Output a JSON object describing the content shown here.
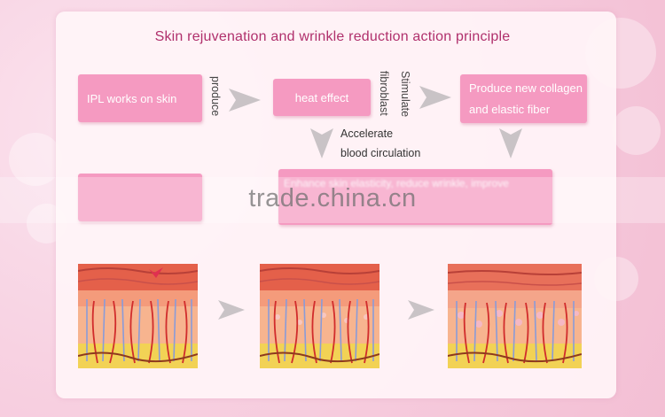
{
  "title": "Skin rejuvenation and wrinkle reduction action principle",
  "boxes": {
    "ipl": "IPL works on skin",
    "heat": "heat effect",
    "collagen_line1": "Produce new collagen",
    "collagen_line2": "and elastic fiber"
  },
  "labels": {
    "produce": "produce",
    "stimulate": "Stimulate",
    "fibroblast": "fibroblast",
    "accelerate": "Accelerate",
    "blood_circulation": "blood circulation"
  },
  "watermark": "trade.china.cn",
  "blurred_text": "Enhance skin elasticity, reduce wrinkle, improve"
}
